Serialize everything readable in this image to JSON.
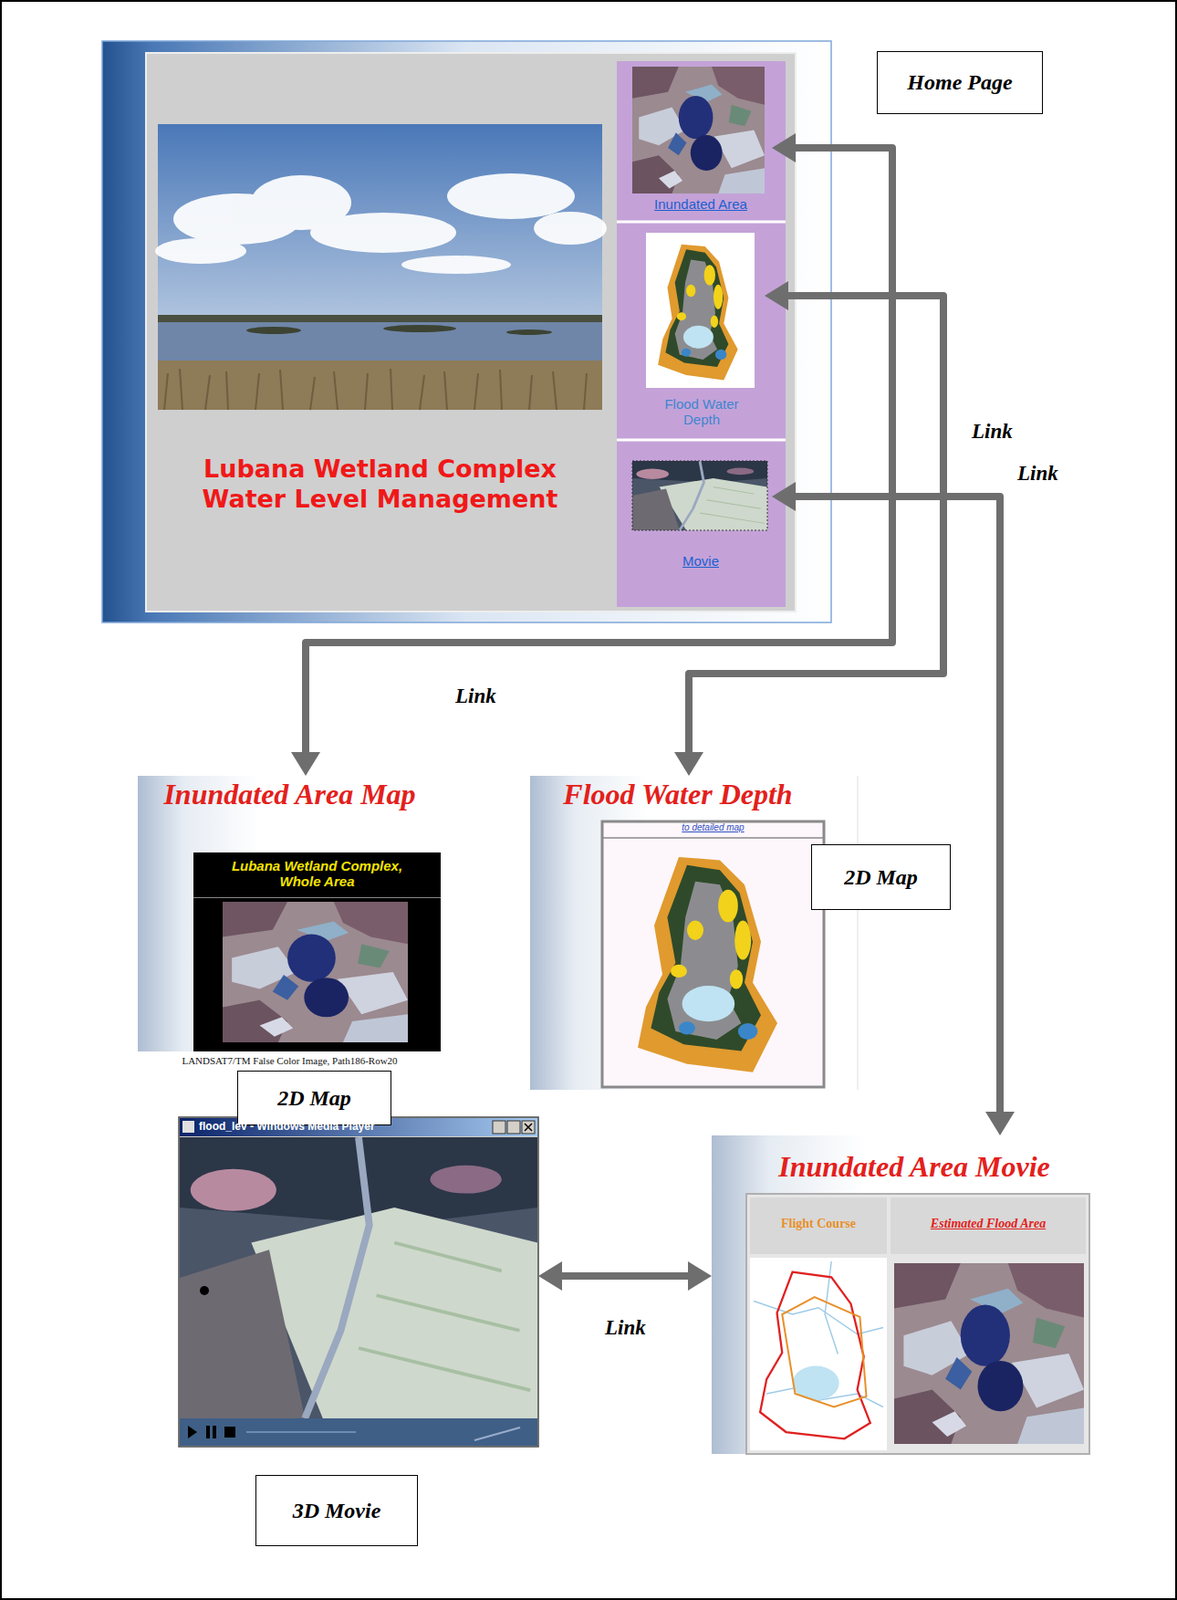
{
  "diagram": {
    "nodes": [
      {
        "text": [
          "Lubana Wetland Complex Water Level Management"
        ]
      },
      {
        "text": [
          "Inundated Area"
        ],
        "in": 0
      },
      {
        "text": [
          "Flood Water Depth"
        ],
        "in": 0
      },
      {
        "text": [
          "Movie"
        ],
        "in": 0
      },
      {
        "text": [
          "Home Page"
        ]
      },
      {
        "text": [
          "Inundated Area Map",
          "LANDSAT7/TM False Color Image, Path186-Row20"
        ]
      },
      {
        "text": [
          "Lubana Wetland Complex, Whole Area"
        ],
        "in": 5
      },
      {
        "text": [
          "2D Map"
        ]
      },
      {
        "text": [
          "Flood Water Depth",
          "to detailed map"
        ]
      },
      {
        "text": [
          "2D Map"
        ]
      },
      {
        "text": [
          "flood_lev - Windows Media Player"
        ]
      },
      {
        "text": [
          "Inundated Area Movie",
          "Flight Course",
          "Estimated Flood Area"
        ]
      },
      {
        "text": [
          "3D Movie"
        ]
      }
    ],
    "edges": [
      {
        "from": 1,
        "to": 5,
        "arrow": "both",
        "label": "Link"
      },
      {
        "from": 2,
        "to": 8,
        "arrow": "both",
        "label": "Link"
      },
      {
        "from": 3,
        "to": 11,
        "arrow": "both",
        "label": "Link"
      },
      {
        "from": 10,
        "to": 11,
        "arrow": "both",
        "label": "Link"
      }
    ]
  }
}
